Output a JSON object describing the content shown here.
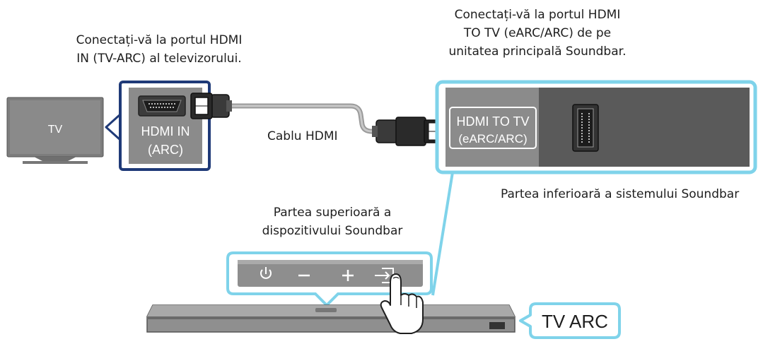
{
  "captions": {
    "tv_port": [
      "Conectați-vă la portul HDMI",
      "IN (TV-ARC) al televizorului."
    ],
    "soundbar_port": [
      "Conectați-vă la portul HDMI",
      "TO TV (eARC/ARC) de pe",
      "unitatea principală Soundbar."
    ],
    "cable": "Cablu HDMI",
    "bottom_side": "Partea inferioară a sistemului Soundbar",
    "top_side": [
      "Partea superioară a",
      "dispozitivului Soundbar"
    ]
  },
  "tv": {
    "label": "TV"
  },
  "tv_port": {
    "label_line1": "HDMI IN",
    "label_line2": "(ARC)"
  },
  "soundbar_port": {
    "label_line1": "HDMI TO TV",
    "label_line2": "(eARC/ARC)"
  },
  "callout": {
    "label": "TV ARC"
  },
  "icons": [
    "power-icon",
    "minus-icon",
    "plus-icon",
    "source-icon",
    "hand-pointer-icon",
    "hdmi-port-icon",
    "hdmi-plug-icon"
  ],
  "colors": {
    "callout_cyan": "#7fd3ea",
    "tv_frame_navy": "#1f3a78",
    "panel_gray": "#8b8b8b",
    "dark_gray": "#5a5a5a",
    "tv_screen": "#7d7d7d"
  }
}
